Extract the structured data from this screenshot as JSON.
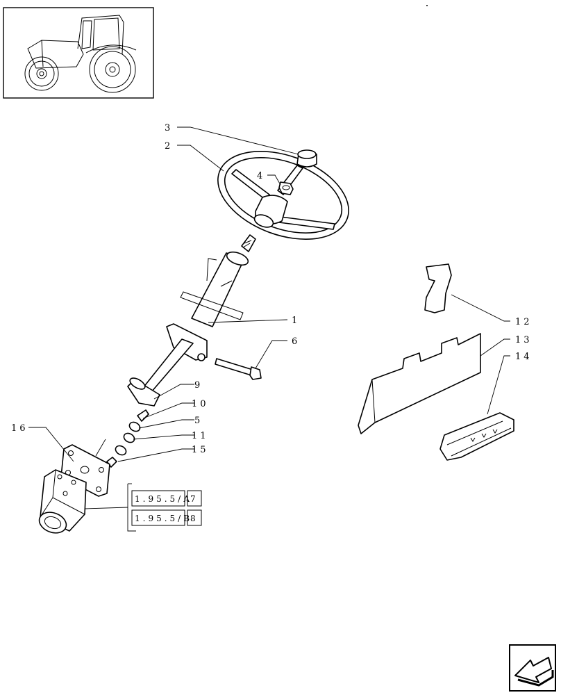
{
  "callouts": {
    "c1": "1",
    "c2": "2",
    "c3": "3",
    "c4": "4",
    "c5": "5",
    "c6": "6",
    "c9": "9",
    "c10": "10",
    "c11": "11",
    "c12": "12",
    "c13": "13",
    "c14": "14",
    "c15": "15",
    "c16": "16"
  },
  "references": [
    {
      "code": "1.95.5/A",
      "page": "7"
    },
    {
      "code": "1.95.5/B",
      "page": "8"
    }
  ],
  "icons": {
    "thumbnail": "tractor-icon",
    "nav": "next-page-arrow-icon"
  }
}
